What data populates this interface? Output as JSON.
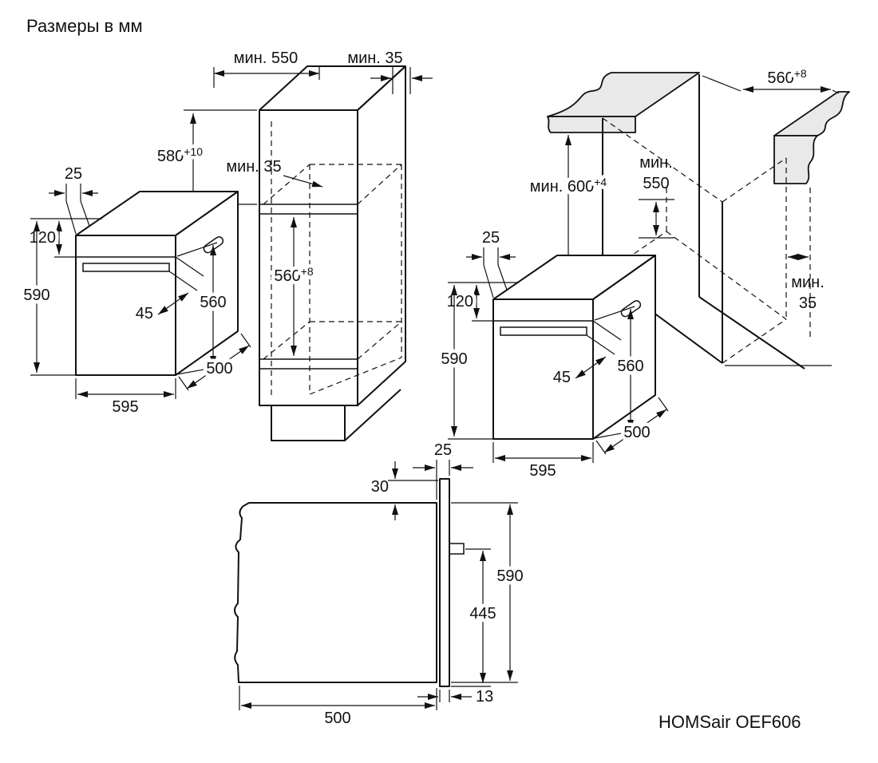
{
  "title": "Размеры в мм",
  "model": "HOMSair OEF606",
  "colors": {
    "line": "#111111",
    "counter_fill": "#e9e9e9",
    "background": "#ffffff"
  },
  "views": {
    "tall": {
      "depth_min": "мин. 550",
      "rear_gap_min": "мин. 35",
      "upper_niche_value": "580",
      "upper_niche_tol": "+10",
      "shelf_gap_min": "мин. 35",
      "niche_height_value": "560",
      "niche_height_tol": "+8"
    },
    "base": {
      "niche_width_value": "560",
      "niche_width_tol": "+8",
      "worktop_height_value": "мин. 600",
      "worktop_height_tol": "+4",
      "depth_min_line1": "мин.",
      "depth_min_line2": "550",
      "rear_gap_line1": "мин.",
      "rear_gap_line2": "35"
    },
    "oven": {
      "front_overhang": "25",
      "panel_height": "120",
      "height": "590",
      "handle_depth": "45",
      "body_height": "560",
      "width": "595",
      "depth": "500"
    },
    "side": {
      "door_offset": "25",
      "top_gap": "30",
      "height": "590",
      "handle_to_bottom": "445",
      "depth": "500",
      "door_bottom_gap": "13"
    }
  }
}
